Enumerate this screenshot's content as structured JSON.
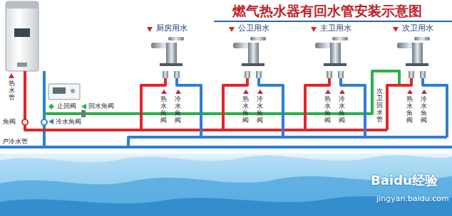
{
  "diagram": {
    "title": "燃气热水器有回水管安装示意图",
    "labels": [
      "厨房用水",
      "公卫用水",
      "主卫用水",
      "次卫用水",
      "热水管",
      "止回阀",
      "回水角阀",
      "角阀",
      "冷水角阀",
      "户冷水管",
      "热水角阀",
      "冷水角阀",
      "热水角阀",
      "冷水角阀",
      "热水角阀",
      "冷水角阀",
      "热水角阀",
      "冷水角阀",
      "次卫回水管",
      "Baidu经验",
      "jingyan.baidu.com"
    ]
  }
}
